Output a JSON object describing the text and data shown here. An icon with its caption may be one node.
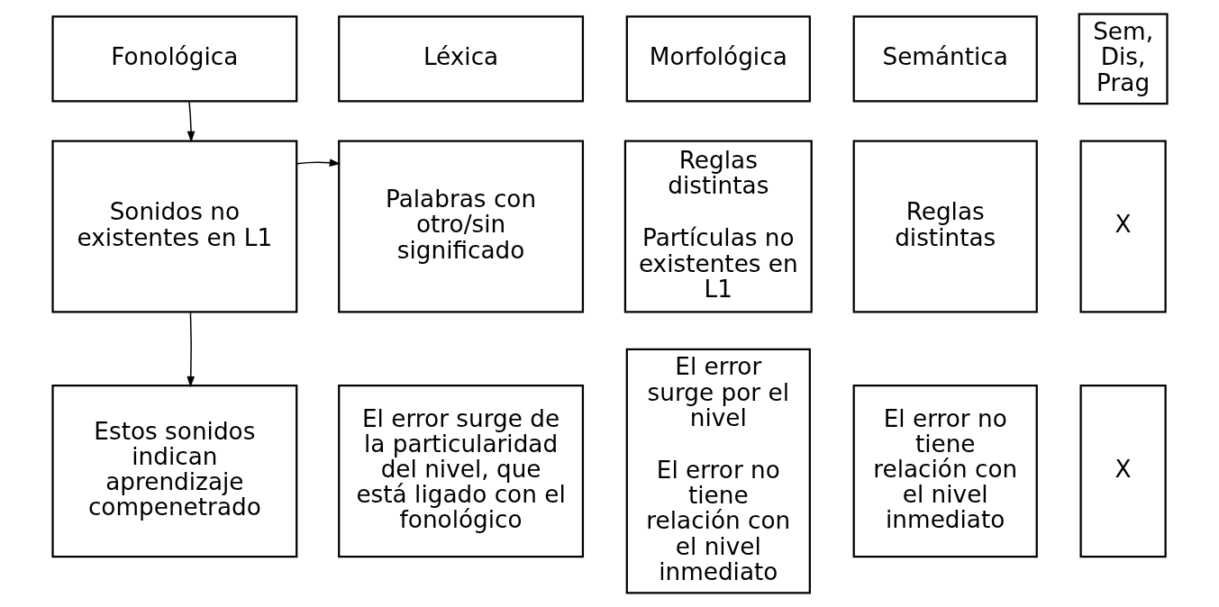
{
  "diagram": {
    "nodes": [
      {
        "text": [
          "Fonológica"
        ]
      },
      {
        "text": [
          "Léxica"
        ]
      },
      {
        "text": [
          "Morfológica"
        ]
      },
      {
        "text": [
          "Semántica"
        ]
      },
      {
        "text": [
          "Sem, Dis, Prag"
        ]
      },
      {
        "text": [
          "Sonidos no existentes en L1"
        ]
      },
      {
        "text": [
          "Palabras con otro/sin significado"
        ]
      },
      {
        "text": [
          "Reglas distintas",
          "Partículas no existentes en L1"
        ]
      },
      {
        "text": [
          "Reglas distintas"
        ]
      },
      {
        "text": [
          "X"
        ]
      },
      {
        "text": [
          "Estos sonidos indican aprendizaje compenetrado"
        ]
      },
      {
        "text": [
          "El error surge de la particularidad del nivel, que está ligado con el fonológico"
        ]
      },
      {
        "text": [
          "El error surge por el nivel",
          "El error no tiene relación con el nivel inmediato"
        ]
      },
      {
        "text": [
          "El error no tiene relación con el nivel inmediato"
        ]
      },
      {
        "text": [
          "X"
        ]
      }
    ],
    "edges": [
      {
        "from": 0,
        "to": 5,
        "arrow": "to"
      },
      {
        "from": 5,
        "to": 6,
        "arrow": "to"
      },
      {
        "from": 5,
        "to": 10,
        "arrow": "to"
      }
    ]
  }
}
